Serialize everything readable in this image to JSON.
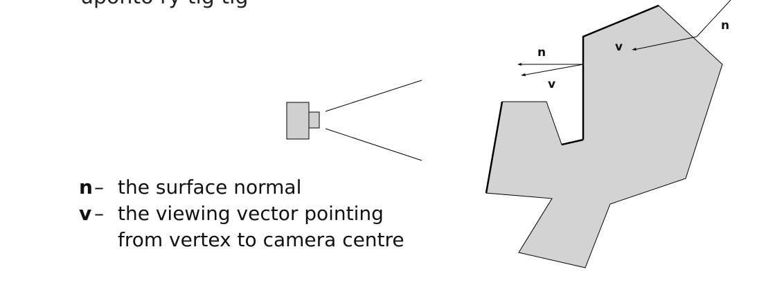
{
  "top_text_clipped": "uponto ry tlg tlg",
  "legend": {
    "n_symbol": "n",
    "n_dash": "–",
    "n_text": "the surface normal",
    "v_symbol": "v",
    "v_dash": "–",
    "v_text_line1": "the viewing vector pointing",
    "v_text_line2": "from vertex to camera centre"
  },
  "diagram": {
    "label_n_left": "n",
    "label_v_left": "v",
    "label_n_right": "n",
    "label_v_right": "v",
    "shape_fill": "#d3d3d3",
    "camera_fill": "#d0d0d0",
    "stroke": "#000000"
  }
}
